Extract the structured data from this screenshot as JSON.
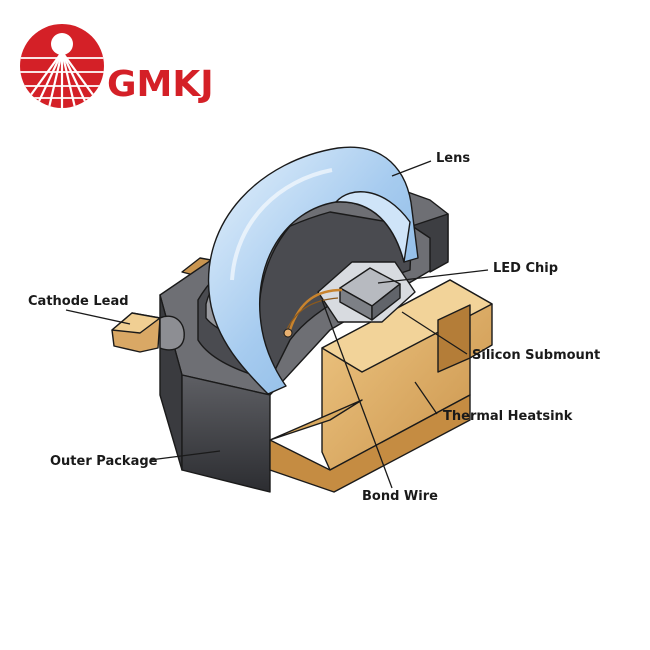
{
  "brand": {
    "name": "GMKJ",
    "color": "#d42027"
  },
  "labels": {
    "lens": "Lens",
    "led_chip": "LED Chip",
    "cathode_lead": "Cathode Lead",
    "silicon_submount": "Silicon Submount",
    "thermal_heatsink": "Thermal Heatsink",
    "outer_package": "Outer Package",
    "bond_wire": "Bond Wire"
  },
  "colors": {
    "lens": "#a9cdf0",
    "package": "#5a5b60",
    "heatsink": "#d8a85e",
    "chip": "#9a9da3",
    "text": "#1a1a1a"
  }
}
